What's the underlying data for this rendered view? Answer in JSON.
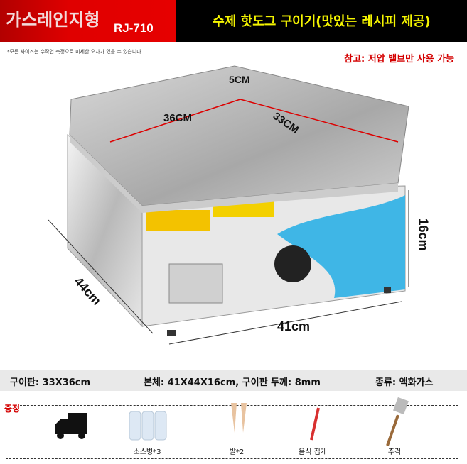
{
  "header": {
    "brand": "가스레인지형",
    "model": "RJ-710",
    "title": "수제 핫도그 구이기(맛있는 레시피 제공)"
  },
  "note": "*모든 사이즈는 수작업 측정으로 미세한 오차가 있을 수 있습니다",
  "notice": "참고: 저압 밸브만 사용 가능",
  "dimensions": {
    "lip": "5CM",
    "width_plate": "36CM",
    "depth_plate": "33CM",
    "height": "16cm",
    "depth": "44cm",
    "width": "41cm"
  },
  "specs": {
    "plate": "구이판: 33X36cm",
    "body": "본체: 41X44X16cm, 구이판 두께: 8mm",
    "type": "종류: 액화가스"
  },
  "gifts": {
    "label": "증정",
    "items": [
      {
        "icon": "delivery-truck-icon",
        "label": ""
      },
      {
        "icon": "sauce-bottle-icon",
        "label": "소스병*3"
      },
      {
        "icon": "wooden-skewer-icon",
        "label": "발*2"
      },
      {
        "icon": "food-tongs-icon",
        "label": "음식 집게"
      },
      {
        "icon": "spatula-icon",
        "label": "주걱"
      }
    ]
  },
  "colors": {
    "header_red": "#e00000",
    "title_yellow": "#f5f500",
    "notice_red": "#d40000"
  }
}
